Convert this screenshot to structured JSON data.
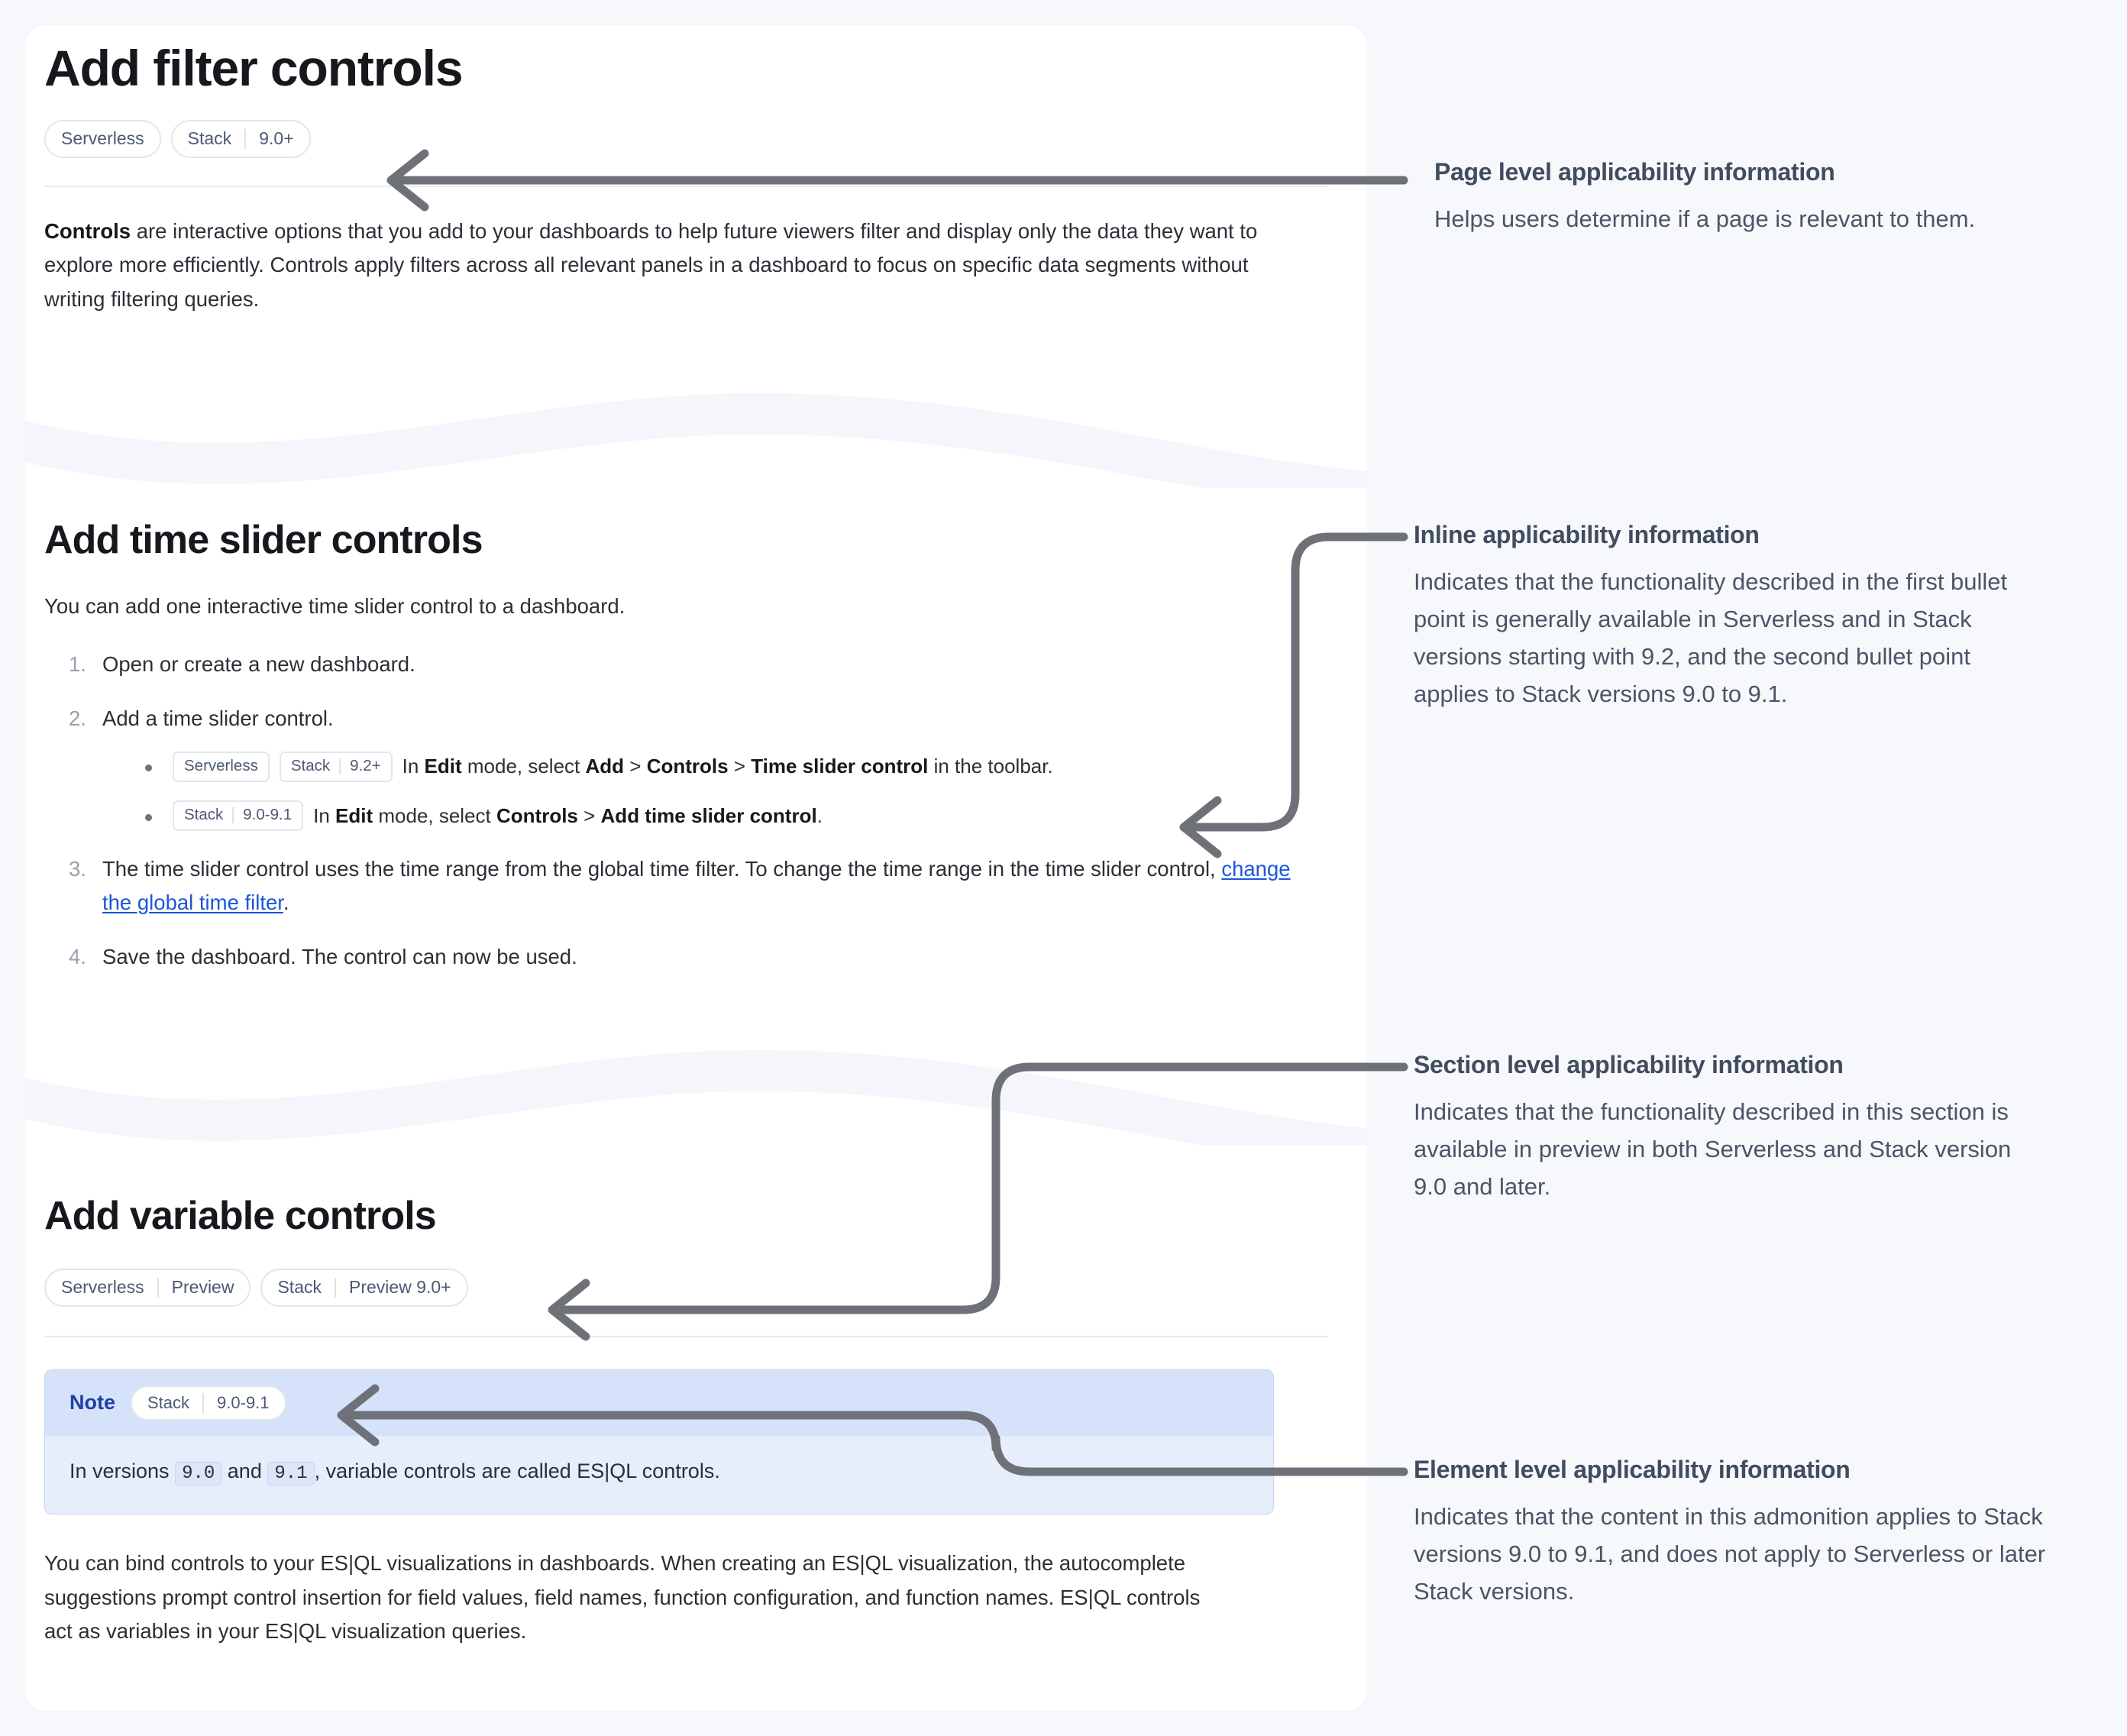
{
  "page": {
    "title": "Add filter controls",
    "intro": {
      "lead": "Controls",
      "rest": " are interactive options that you add to your dashboards to help future viewers filter and display only the data they want to explore more efficiently. Controls apply filters across all relevant panels in a dashboard to focus on specific data segments without writing filtering queries."
    },
    "badges": [
      {
        "segments": [
          "Serverless"
        ]
      },
      {
        "segments": [
          "Stack",
          "9.0+"
        ]
      }
    ]
  },
  "section_time_slider": {
    "heading": "Add time slider controls",
    "intro": "You can add one interactive time slider control to a dashboard.",
    "steps": [
      {
        "text": "Open or create a new dashboard."
      },
      {
        "text": "Add a time slider control."
      },
      {
        "text_a": "The time slider control uses the time range from the global time filter. To change the time range in the time slider control, ",
        "link": "change the global time filter",
        "text_b": "."
      },
      {
        "text": "Save the dashboard. The control can now be used."
      }
    ],
    "bullets": [
      {
        "badges": [
          {
            "segments": [
              "Serverless"
            ]
          },
          {
            "segments": [
              "Stack",
              "9.2+"
            ]
          }
        ],
        "parts": [
          {
            "t": "In ",
            "b": false
          },
          {
            "t": "Edit",
            "b": true
          },
          {
            "t": " mode, select ",
            "b": false
          },
          {
            "t": "Add",
            "b": true
          },
          {
            "t": " > ",
            "b": false
          },
          {
            "t": "Controls",
            "b": true
          },
          {
            "t": " > ",
            "b": false
          },
          {
            "t": "Time slider control",
            "b": true
          },
          {
            "t": " in the toolbar.",
            "b": false
          }
        ]
      },
      {
        "badges": [
          {
            "segments": [
              "Stack",
              "9.0-9.1"
            ]
          }
        ],
        "parts": [
          {
            "t": "In ",
            "b": false
          },
          {
            "t": "Edit",
            "b": true
          },
          {
            "t": " mode, select ",
            "b": false
          },
          {
            "t": "Controls",
            "b": true
          },
          {
            "t": " > ",
            "b": false
          },
          {
            "t": "Add time slider control",
            "b": true
          },
          {
            "t": ".",
            "b": false
          }
        ]
      }
    ]
  },
  "section_variable": {
    "heading": "Add variable controls",
    "badges": [
      {
        "segments": [
          "Serverless",
          "Preview"
        ]
      },
      {
        "segments": [
          "Stack",
          "Preview 9.0+"
        ]
      }
    ],
    "note": {
      "title": "Note",
      "badge": {
        "segments": [
          "Stack",
          "9.0-9.1"
        ]
      },
      "body_a": "In versions ",
      "code_1": "9.0",
      "body_b": " and ",
      "code_2": "9.1",
      "body_c": ", variable controls are called ES|QL controls."
    },
    "paragraph": "You can bind controls to your ES|QL visualizations in dashboards. When creating an ES|QL visualization, the autocomplete suggestions prompt control insertion for field values, field names, function configuration, and function names. ES|QL controls act as variables in your ES|QL visualization queries."
  },
  "annotations": [
    {
      "id": "page-level",
      "title": "Page level applicability information",
      "text": "Helps users determine if a page is relevant to them."
    },
    {
      "id": "inline",
      "title": "Inline applicability information",
      "text": "Indicates that the functionality described in the first bullet point is generally available in Serverless and in Stack versions starting with 9.2, and the second bullet point applies to Stack versions 9.0 to 9.1."
    },
    {
      "id": "section-level",
      "title": "Section level applicability information",
      "text": "Indicates that the functionality described in this section is available in preview in both Serverless and Stack version 9.0 and later."
    },
    {
      "id": "element-level",
      "title": "Element level applicability information",
      "text": "Indicates that the content in this admonition applies to Stack versions 9.0 to 9.1, and does not apply to Serverless or later Stack versions."
    }
  ],
  "colors": {
    "page_bg": "#f6f8fc",
    "card_bg": "#ffffff",
    "wave": "#f4f6fb",
    "badge_text": "#4d5974",
    "badge_border": "#e4e6eb",
    "link": "#1a56db",
    "note_bg": "#e6edfb",
    "note_head_bg": "#d6e2fa",
    "note_title": "#1e3fa8",
    "connector": "#6e7278",
    "annotation_title": "#414c5e",
    "annotation_text": "#4b5565"
  }
}
